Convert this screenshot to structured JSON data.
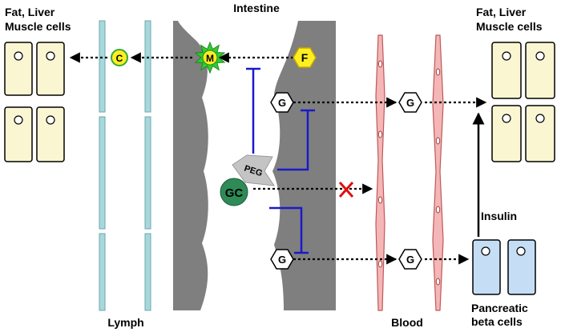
{
  "labels": {
    "intestine": "Intestine",
    "left_cells_line1": "Fat, Liver",
    "left_cells_line2": "Muscle cells",
    "right_cells_line1": "Fat, Liver",
    "right_cells_line2": "Muscle cells",
    "lymph": "Lymph",
    "blood": "Blood",
    "insulin": "Insulin",
    "pancreatic_line1": "Pancreatic",
    "pancreatic_line2": "beta cells"
  },
  "nodes": {
    "fat": "F",
    "micelle": "M",
    "chylomicron": "C",
    "glucose_top": "G",
    "glucose_top_blood": "G",
    "glucose_bottom": "G",
    "glucose_bottom_blood": "G",
    "peg": "PEG",
    "gc": "GC"
  },
  "colors": {
    "blue_inhibit": "#1a1ac8",
    "red_x": "#e01010",
    "gc_green": "#2e8b57",
    "fat_yellow": "#ffee22",
    "micelle_green": "#33cc33",
    "vessel_pink": "#f4b6b6",
    "lymph_teal": "#a8d8dc",
    "cell_cream": "#fbf6d2",
    "beta_blue": "#c5def6",
    "wall_gray": "#7f7f7f"
  }
}
